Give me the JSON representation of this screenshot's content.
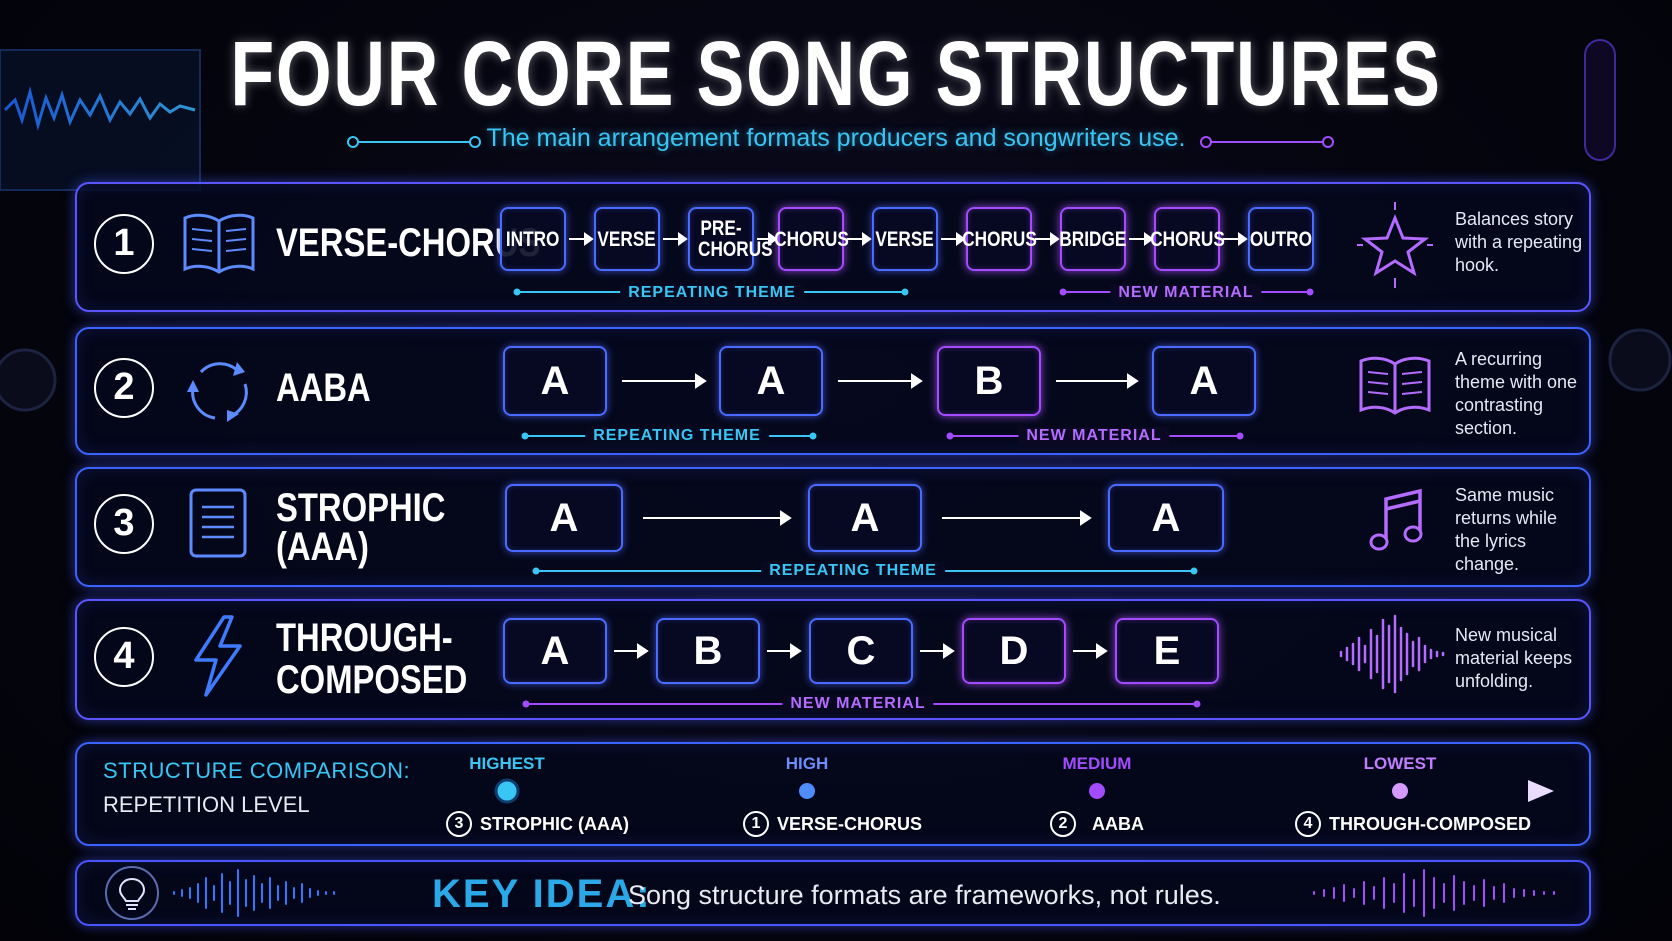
{
  "title": "FOUR CORE SONG STRUCTURES",
  "subtitle": "The main arrangement formats producers and songwriters use.",
  "structures": [
    {
      "number": "1",
      "name": "VERSE-CHORUS",
      "icon": "open-book-icon",
      "sections": [
        "INTRO",
        "VERSE",
        "PRE-CHORUS",
        "CHORUS",
        "VERSE",
        "CHORUS",
        "BRIDGE",
        "CHORUS",
        "OUTRO"
      ],
      "label_repeat": "REPEATING THEME",
      "label_new": "NEW MATERIAL",
      "side_icon": "star-icon",
      "description": "Balances story with a repeating hook."
    },
    {
      "number": "2",
      "name": "AABA",
      "icon": "cycle-arrows-icon",
      "sections": [
        "A",
        "A",
        "B",
        "A"
      ],
      "label_repeat": "REPEATING THEME",
      "label_new": "NEW MATERIAL",
      "side_icon": "book-icon",
      "description": "A recurring theme with one contrasting section."
    },
    {
      "number": "3",
      "name": "STROPHIC (AAA)",
      "name_line1": "STROPHIC",
      "name_line2": "(AAA)",
      "icon": "document-icon",
      "sections": [
        "A",
        "A",
        "A"
      ],
      "label_repeat": "REPEATING THEME",
      "side_icon": "music-note-icon",
      "description": "Same music returns while the lyrics change."
    },
    {
      "number": "4",
      "name": "THROUGH-COMPOSED",
      "name_line1": "THROUGH-",
      "name_line2": "COMPOSED",
      "icon": "lightning-icon",
      "sections": [
        "A",
        "B",
        "C",
        "D",
        "E"
      ],
      "label_new": "NEW MATERIAL",
      "side_icon": "waveform-icon",
      "description": "New musical material keeps unfolding."
    }
  ],
  "comparison": {
    "title": "STRUCTURE COMPARISON:",
    "subtitle": "REPETITION LEVEL",
    "levels": [
      {
        "level": "HIGHEST",
        "rank": "3",
        "name": "STROPHIC (AAA)"
      },
      {
        "level": "HIGH",
        "rank": "1",
        "name": "VERSE-CHORUS"
      },
      {
        "level": "MEDIUM",
        "rank": "2",
        "name": "AABA"
      },
      {
        "level": "LOWEST",
        "rank": "4",
        "name": "THROUGH-COMPOSED"
      }
    ]
  },
  "key_idea": {
    "label": "KEY IDEA:",
    "text": "Song structure formats are frameworks, not rules.",
    "icon": "lightbulb-icon"
  },
  "colors": {
    "cyan": "#39c6f5",
    "blue": "#3a63ff",
    "purple": "#a24bff",
    "background": "#05050f"
  }
}
